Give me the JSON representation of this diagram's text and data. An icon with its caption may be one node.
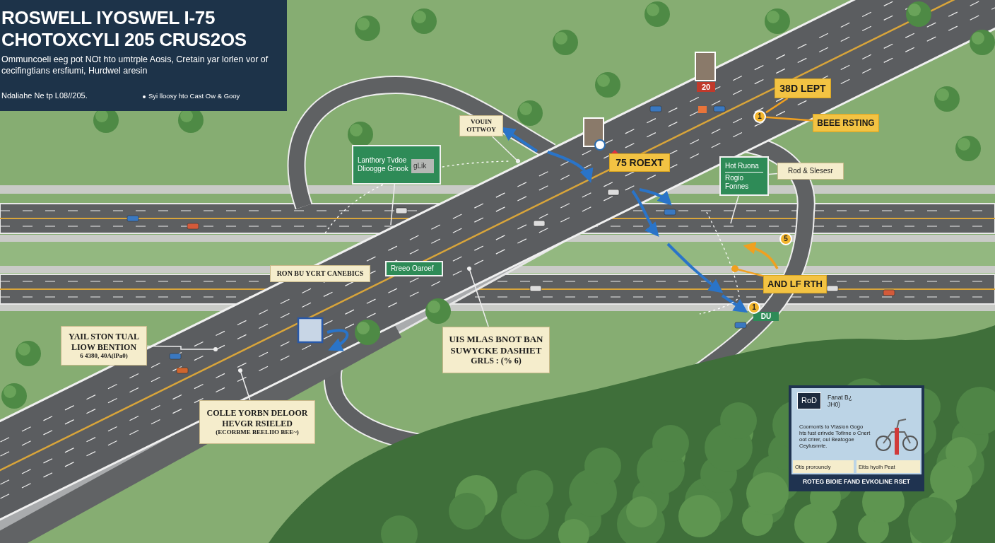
{
  "diagram": {
    "title": "ROSWELL IYOSWEL I-75 CHOTOXCYLI 205 CRUS2OS",
    "nodes": [
      {
        "text": [
          "VOUIN OTTWOY"
        ]
      },
      {
        "text": [
          "Lanthory Tvdoe Dlioogge Gnook",
          "gLik"
        ]
      },
      {
        "text": [
          "75 ROEXT"
        ]
      },
      {
        "text": [
          "38D LEPT"
        ]
      },
      {
        "text": [
          "BEEE RSTING"
        ]
      },
      {
        "text": [
          "Hot Ruona",
          "Rogio Fonnes"
        ]
      },
      {
        "text": [
          "Rod & Slesesr"
        ]
      },
      {
        "text": [
          "RON BU YCRT CANEBICS"
        ]
      },
      {
        "text": [
          "Rreeo Oaroef"
        ]
      },
      {
        "text": [
          "AND LF RTH"
        ]
      },
      {
        "text": [
          "YAIL STON TUAL LIOW BENTION",
          "6 4380, 40A(lPa0)"
        ]
      },
      {
        "text": [
          "UIS MLAS BNOT BAN SUWYCKE DASHIET",
          "GRLS : (% 6)"
        ]
      },
      {
        "text": [
          "COLLE YORBN DELOOR HEVGR RSIELED",
          "(ECORBME BEELIIO BEE~)"
        ]
      },
      {
        "text": [
          "RoD",
          "Fanat B¿ JH0)",
          "Coomonts to Vtasion Gogo hts fust erirvde Tofirne o Cnert oot crirer, oul Beatogoe Ceylusnnte.",
          "Otis prorouncly",
          "Eitis hyolh Peat",
          "ROTEG BIOIE FAND EVKOLINE RSET"
        ]
      },
      {
        "text": [
          "1"
        ]
      },
      {
        "text": [
          "5"
        ]
      },
      {
        "text": [
          "1"
        ]
      }
    ],
    "edges": [
      {
        "from": 0,
        "to": null,
        "arrow": "other"
      },
      {
        "from": 1,
        "to": null,
        "arrow": "none"
      },
      {
        "from": 3,
        "to": 14,
        "arrow": "none",
        "color": "#f0a020"
      },
      {
        "from": 4,
        "to": 14,
        "arrow": "none",
        "color": "#f0a020"
      },
      {
        "from": 6,
        "to": 5,
        "arrow": "none"
      },
      {
        "from": 5,
        "to": null,
        "arrow": "none"
      },
      {
        "from": 9,
        "to": null,
        "arrow": "other",
        "color": "#f0a020"
      },
      {
        "from": 10,
        "to": null,
        "arrow": "other"
      },
      {
        "from": 11,
        "to": null,
        "arrow": "other"
      },
      {
        "from": 12,
        "to": null,
        "arrow": "other"
      }
    ],
    "labels": [
      "Ommuncoeli eeg pot NOt hto umtrple Aosis, Cretain yar lorlen vor of cecifingtians ersfiumi, Hurdwel aresin",
      "Ndaliahe Ne tp L08//205.",
      "Syi lloosy hto Cast Ow & Gooy",
      "20",
      "DU"
    ]
  }
}
